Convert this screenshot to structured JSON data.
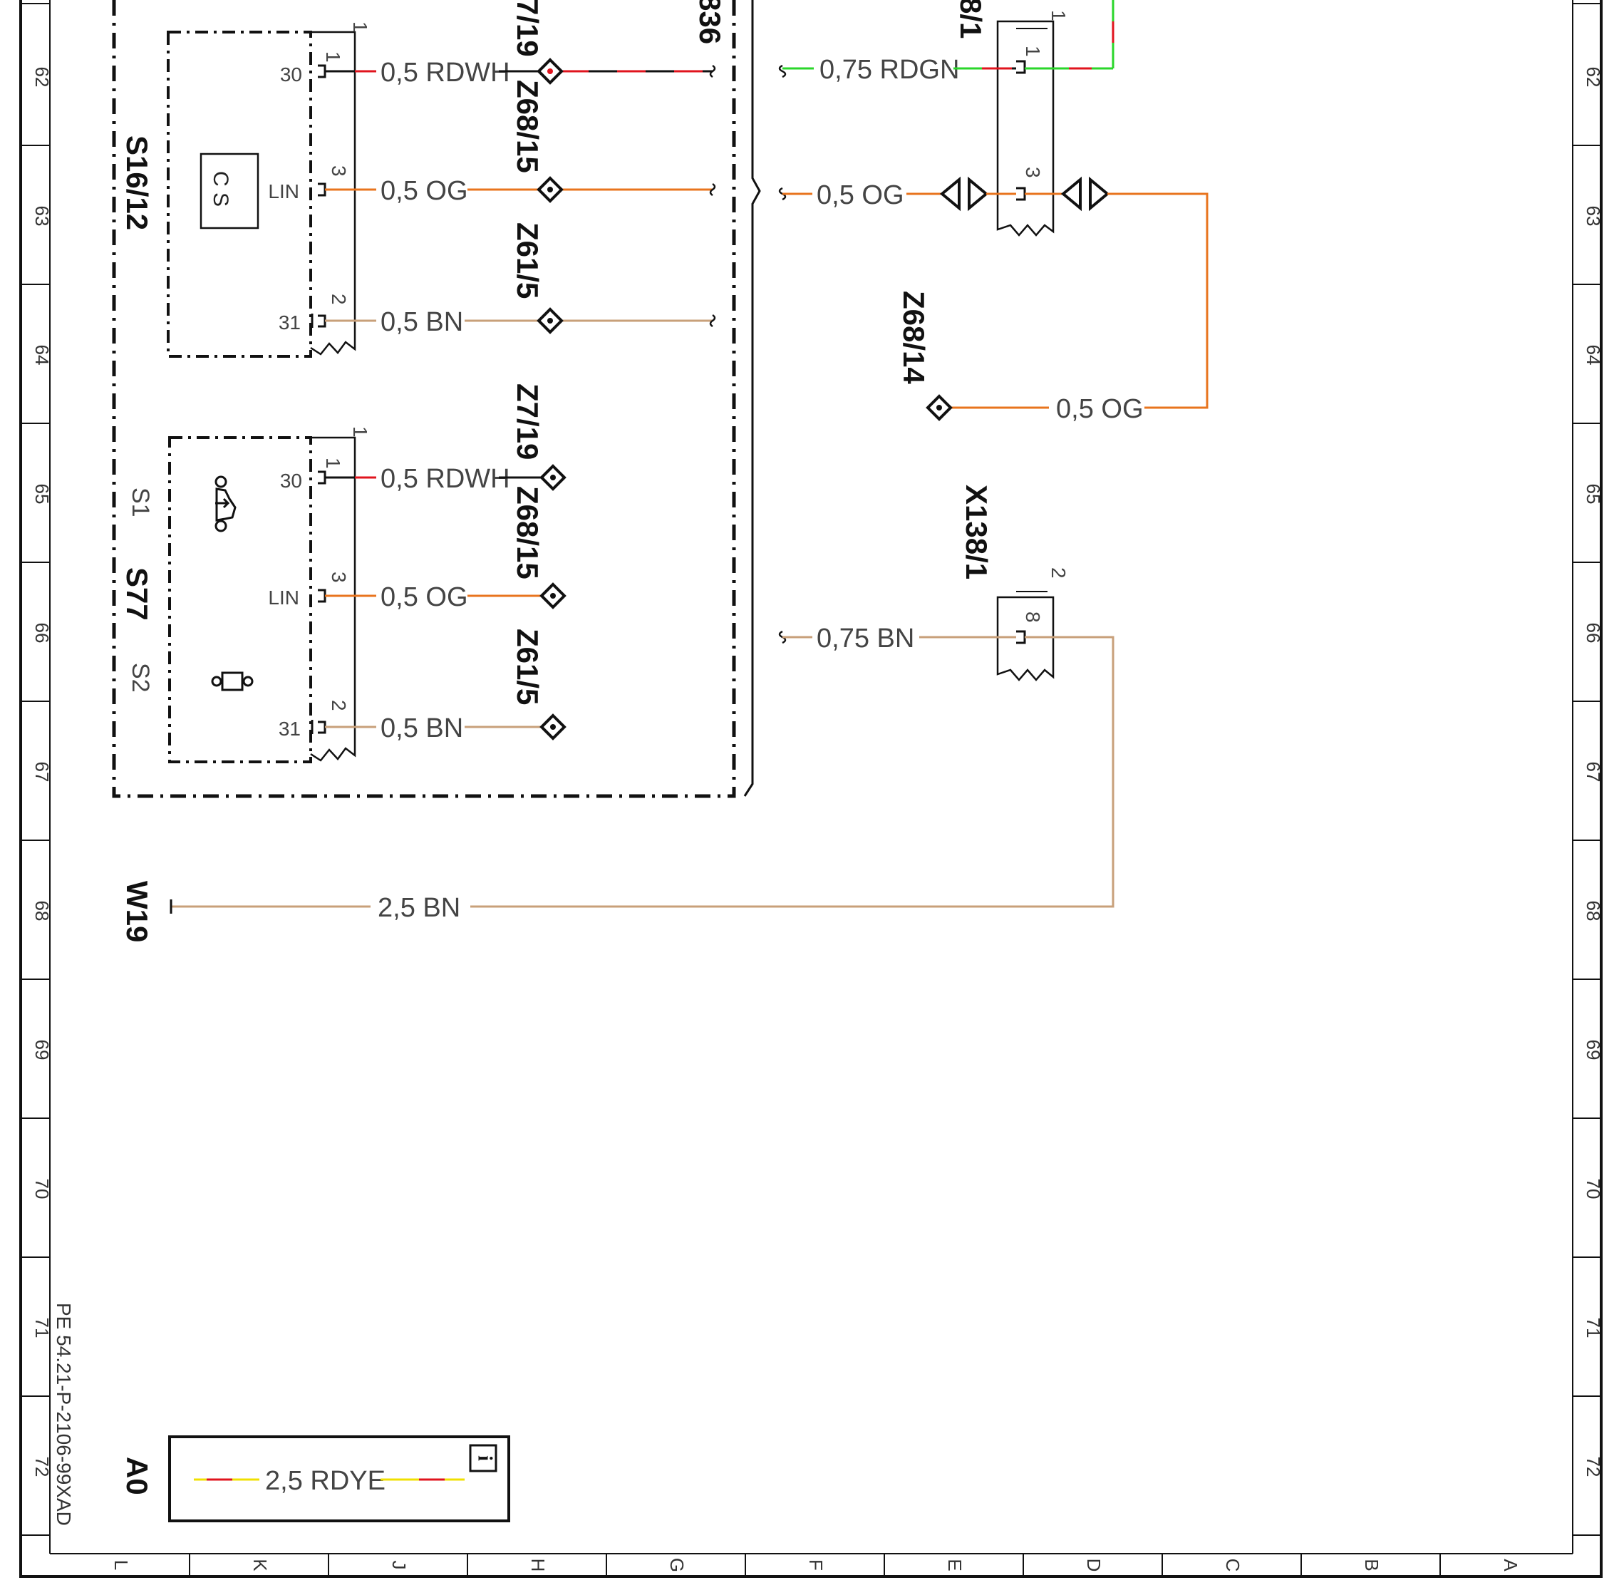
{
  "frame": {
    "row_numbers": [
      "62",
      "63",
      "64",
      "65",
      "66",
      "67",
      "68",
      "69",
      "70",
      "71",
      "72"
    ],
    "column_letters": [
      "L",
      "K",
      "J",
      "H",
      "G",
      "F",
      "E",
      "D",
      "C",
      "B",
      "A"
    ],
    "document_id": "PE 54.21-P-2106-99XAD"
  },
  "colors": {
    "RD": "#e0141e",
    "WH": "#111111",
    "OG": "#e8741e",
    "BN": "#c8a07a",
    "GN": "#2ad62a",
    "YE": "#f0e000",
    "frame": "#111111"
  },
  "components": {
    "s16_12": {
      "label": "S16/12",
      "pins": {
        "p30": "30",
        "lin": "LIN",
        "p31": "31"
      },
      "symbol_text": "C S"
    },
    "s77": {
      "label": "S77",
      "sub1": "S1",
      "sub2": "S2",
      "pins": {
        "p30": "30",
        "lin": "LIN",
        "p31": "31"
      }
    },
    "x138_upper": {
      "label": "8/1",
      "pin1": "1",
      "pin3": "3",
      "tag": "1"
    },
    "x138_lower": {
      "label": "X138/1",
      "pin": "8",
      "tag": "2"
    },
    "w19": {
      "label": "W19"
    },
    "a0": {
      "label": "A0",
      "info_icon": "i"
    },
    "partial_top": {
      "label": "836"
    }
  },
  "connector_pin_numbers": {
    "upper_1": "1",
    "upper_3": "3",
    "upper_2": "2",
    "upper_tag": "1",
    "lower_1": "1",
    "lower_3": "3",
    "lower_2": "2",
    "lower_tag": "1"
  },
  "wires": {
    "s16_rdwh": "0,5 RDWH",
    "s16_og": "0,5 OG",
    "s16_bn": "0,5 BN",
    "s77_rdwh": "0,5 RDWH",
    "s77_og": "0,5 OG",
    "s77_bn": "0,5 BN",
    "right_rdgn": "0,75 RDGN",
    "right_og": "0,5 OG",
    "z68_14_og": "0,5 OG",
    "right_bn": "0,75 BN",
    "w19_bn": "2,5 BN",
    "a0_rdye": "2,5 RDYE"
  },
  "splices": {
    "z7_19_top": "7/19",
    "z68_15_a": "Z68/15",
    "z61_5_a": "Z61/5",
    "z7_19_b": "Z7/19",
    "z68_15_b": "Z68/15",
    "z61_5_b": "Z61/5",
    "z68_14": "Z68/14"
  }
}
